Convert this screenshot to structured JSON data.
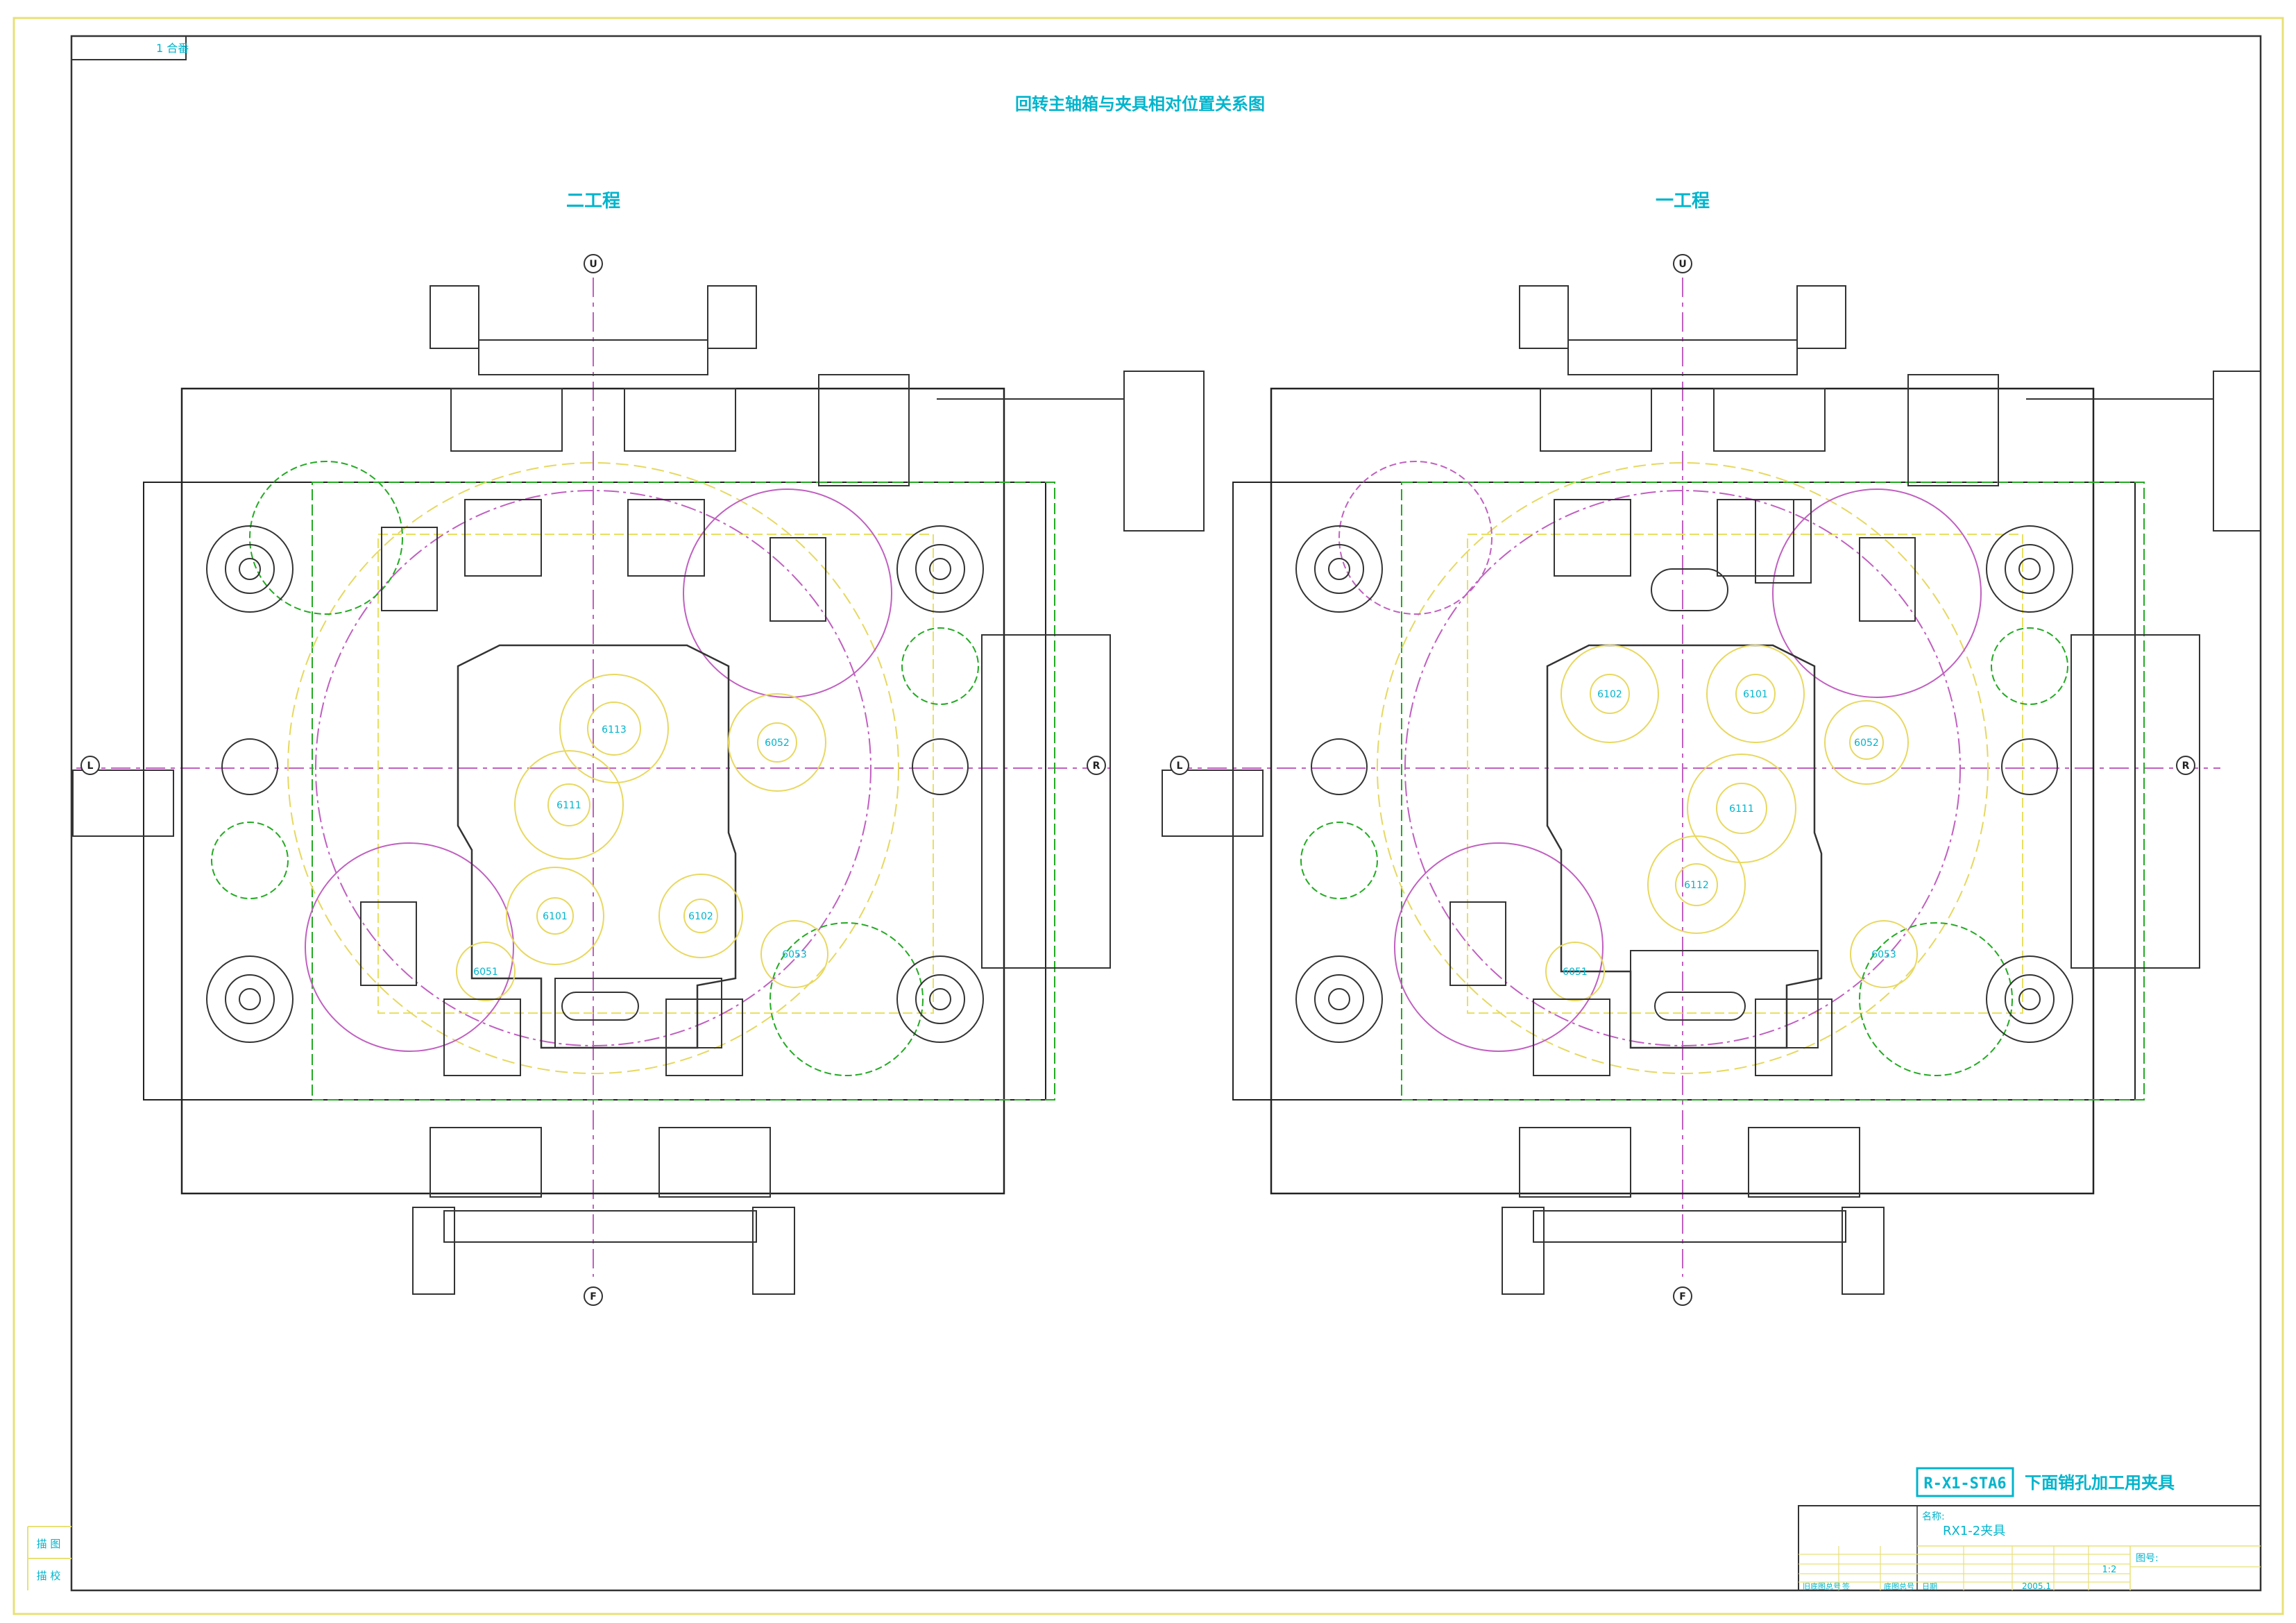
{
  "sheet": {
    "corner_tag": "1 合番",
    "main_title": "回转主轴箱与夹具相对位置关系图"
  },
  "views": [
    {
      "title": "二工程",
      "axis_labels": {
        "top": "U",
        "bottom": "F",
        "left": "L",
        "right": "R"
      },
      "part_labels": [
        "6113",
        "6111",
        "6052",
        "6101",
        "6102",
        "6051",
        "6053"
      ]
    },
    {
      "title": "一工程",
      "axis_labels": {
        "top": "U",
        "bottom": "F",
        "left": "L",
        "right": "R"
      },
      "part_labels": [
        "6102",
        "6101",
        "6052",
        "6111",
        "6112",
        "6051",
        "6053"
      ]
    }
  ],
  "left_margin_labels": [
    "描 图",
    "描 校"
  ],
  "title_block": {
    "drawing_code": "R-X1-STA6",
    "drawing_name": "下面销孔加工用夹具",
    "name_label": "名称:",
    "name_value": "RX1-2夹具",
    "scale": "1:2",
    "date": "2005.1",
    "sheet_label": "图号:",
    "bottom_left_labels": [
      "旧底图总号",
      "签",
      "底图总号",
      "日期"
    ]
  }
}
